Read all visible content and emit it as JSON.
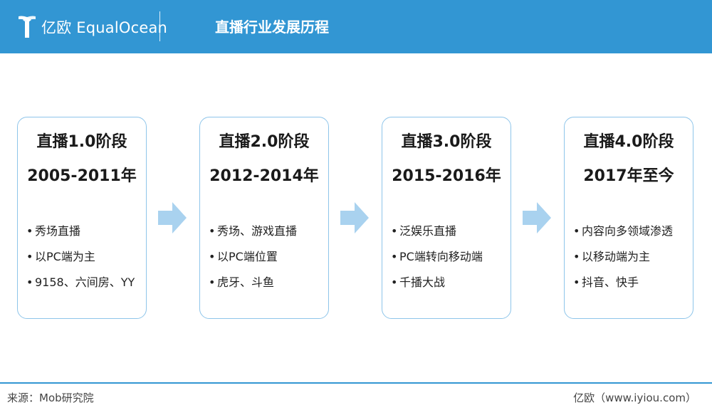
{
  "header": {
    "logo_text": "亿欧 EqualOcean",
    "title": "直播行业发展历程"
  },
  "stages": [
    {
      "title": "直播1.0阶段",
      "period": "2005-2011年",
      "points": [
        "秀场直播",
        "以PC端为主",
        "9158、六间房、YY"
      ]
    },
    {
      "title": "直播2.0阶段",
      "period": "2012-2014年",
      "points": [
        "秀场、游戏直播",
        "以PC端位置",
        "虎牙、斗鱼"
      ]
    },
    {
      "title": "直播3.0阶段",
      "period": "2015-2016年",
      "points": [
        "泛娱乐直播",
        "PC端转向移动端",
        "千播大战"
      ]
    },
    {
      "title": "直播4.0阶段",
      "period": "2017年至今",
      "points": [
        "内容向多领域渗透",
        "以移动端为主",
        "抖音、快手"
      ]
    }
  ],
  "bullet_char": "•",
  "footer": {
    "source": "来源：Mob研究院",
    "site": "亿欧（www.iyiou.com）"
  },
  "colors": {
    "header_bg": "#3296d3",
    "card_border": "#8ec5ea",
    "arrow": "#a9d2ef",
    "footer_line": "#3296d3"
  }
}
